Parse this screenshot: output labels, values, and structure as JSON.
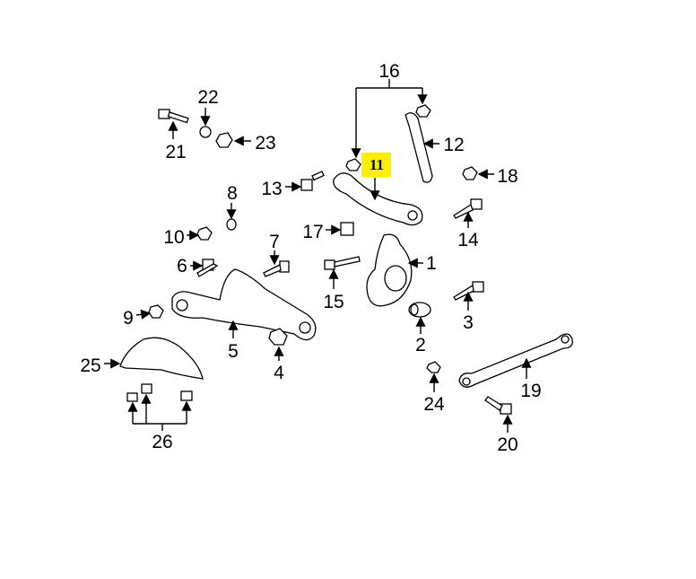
{
  "diagram": {
    "highlight_color": "#ffee00",
    "highlighted_callout": "11",
    "callouts": [
      "1",
      "2",
      "3",
      "4",
      "5",
      "6",
      "7",
      "8",
      "9",
      "10",
      "12",
      "13",
      "14",
      "15",
      "16",
      "17",
      "18",
      "19",
      "20",
      "21",
      "22",
      "23",
      "24",
      "25",
      "26"
    ]
  }
}
